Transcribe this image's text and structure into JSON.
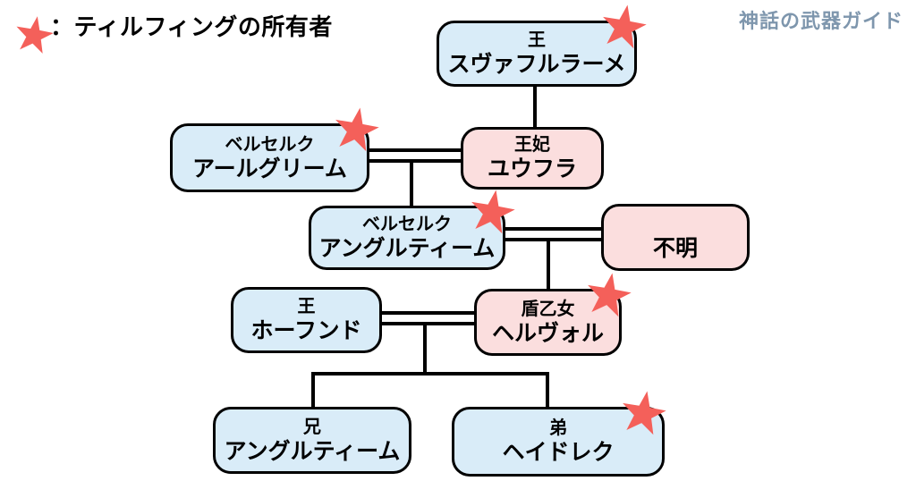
{
  "legend": {
    "star_icon": "tyrfing-owner-star",
    "label": "：ティルフィングの所有者"
  },
  "watermark": {
    "title": "神話の武器ガイド"
  },
  "colors": {
    "male_box_fill": "#d9ecf8",
    "female_box_fill": "#fbdede",
    "star": "#f4605a",
    "border_and_lines": "#000000",
    "watermark_text": "#7e96ad",
    "background": "#ffffff"
  },
  "nodes": [
    {
      "role": "王",
      "name": "スヴァフルラーメ",
      "fill": "blue",
      "tyrfing_owner": true
    },
    {
      "role": "ベルセルク",
      "name": "アールグリーム",
      "fill": "blue",
      "tyrfing_owner": true
    },
    {
      "role": "王妃",
      "name": "ユウフラ",
      "fill": "pink",
      "tyrfing_owner": false
    },
    {
      "role": "ベルセルク",
      "name": "アングルティーム",
      "fill": "blue",
      "tyrfing_owner": true
    },
    {
      "role": "",
      "name": "不明",
      "fill": "pink",
      "tyrfing_owner": false
    },
    {
      "role": "王",
      "name": "ホーフンド",
      "fill": "blue",
      "tyrfing_owner": false
    },
    {
      "role": "盾乙女",
      "name": "ヘルヴォル",
      "fill": "pink",
      "tyrfing_owner": true
    },
    {
      "role": "兄",
      "name": "アングルティーム",
      "fill": "blue",
      "tyrfing_owner": false
    },
    {
      "role": "弟",
      "name": "ヘイドレク",
      "fill": "blue",
      "tyrfing_owner": true
    }
  ],
  "relationships": {
    "parent_child": [
      [
        "スヴァフルラーメ",
        "ユウフラ"
      ],
      [
        "アールグリーム×ユウフラ",
        "アングルティーム"
      ],
      [
        "アングルティーム×不明",
        "ヘルヴォル"
      ],
      [
        "ホーフンド×ヘルヴォル",
        "アングルティーム（兄）"
      ],
      [
        "ホーフンド×ヘルヴォル",
        "ヘイドレク（弟）"
      ]
    ],
    "marriages": [
      [
        "アールグリーム",
        "ユウフラ"
      ],
      [
        "アングルティーム",
        "不明"
      ],
      [
        "ホーフンド",
        "ヘルヴォル"
      ]
    ]
  }
}
